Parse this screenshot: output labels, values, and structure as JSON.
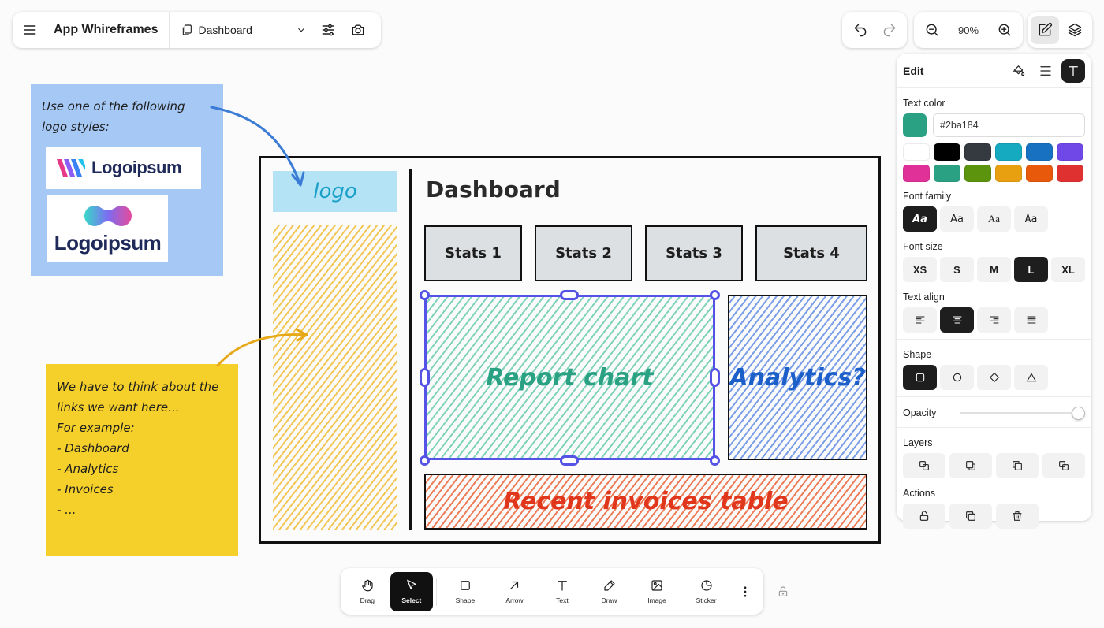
{
  "header": {
    "app_title": "App Whireframes",
    "page_name": "Dashboard"
  },
  "zoom": {
    "level": "90%"
  },
  "edit_panel": {
    "title": "Edit",
    "text_color_label": "Text color",
    "text_color_value": "#2ba184",
    "swatches": [
      "#ffffff",
      "#000000",
      "#343a40",
      "#15aabf",
      "#1971c2",
      "#7048e8",
      "#e03199",
      "#2ba184",
      "#5c940d",
      "#e8a010",
      "#e8590c",
      "#e03131"
    ],
    "font_family_label": "Font family",
    "font_family_options": [
      "Aa",
      "Aa",
      "Aa",
      "Aa"
    ],
    "font_size_label": "Font size",
    "font_size_options": [
      "XS",
      "S",
      "M",
      "L",
      "XL"
    ],
    "font_size_selected": "L",
    "text_align_label": "Text align",
    "shape_label": "Shape",
    "opacity_label": "Opacity",
    "opacity_value": 1.0,
    "layers_label": "Layers",
    "actions_label": "Actions"
  },
  "canvas": {
    "note_blue": {
      "text_line1": "Use one of the following",
      "text_line2": "logo styles:",
      "logo1_text": "Logoipsum",
      "logo2_text": "Logoipsum",
      "color": "#a5c8f5"
    },
    "note_yellow": {
      "lines": [
        "We have to think about the",
        "links we want here...",
        "For example:",
        "- Dashboard",
        "- Analytics",
        "- Invoices",
        "- ..."
      ],
      "color": "#f5d02b"
    },
    "wireframe": {
      "logo_label": "logo",
      "title": "Dashboard",
      "stats": [
        "Stats 1",
        "Stats 2",
        "Stats 3",
        "Stats 4"
      ],
      "report_chart": "Report chart",
      "analytics": "Analytics?",
      "invoices": "Recent invoices table"
    }
  },
  "toolbar": {
    "tools": [
      "Drag",
      "Select",
      "Shape",
      "Arrow",
      "Text",
      "Draw",
      "Image",
      "Sticker"
    ],
    "selected": "Select"
  }
}
